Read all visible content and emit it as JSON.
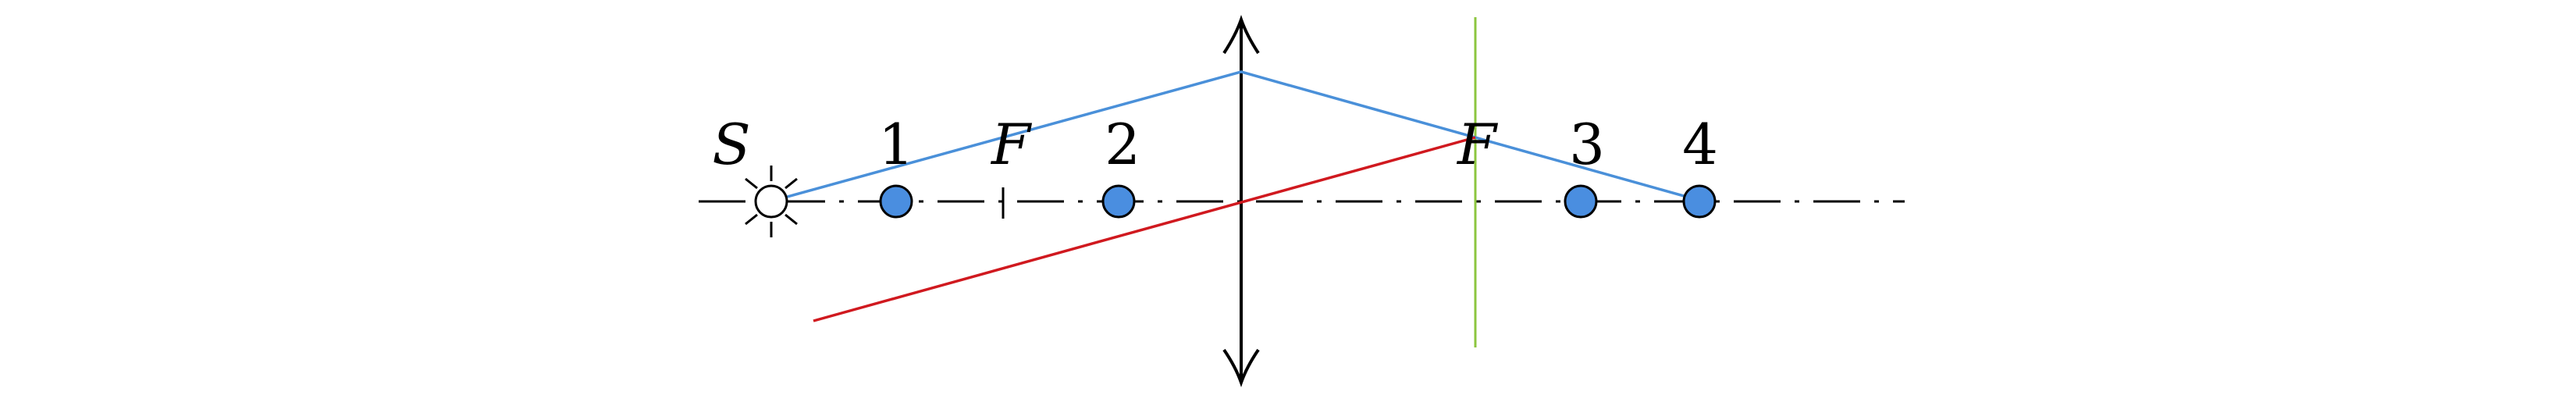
{
  "labels": {
    "source": "S",
    "focus_left": "F",
    "focus_right": "F",
    "point_1": "1",
    "point_2": "2",
    "point_3": "3",
    "point_4": "4"
  },
  "colors": {
    "axis": "#000000",
    "lens": "#000000",
    "ray_blue": "#4a90d9",
    "ray_red": "#d0191f",
    "focal_plane": "#8cc63f",
    "point_fill": "#4a8ee0",
    "point_stroke": "#000000",
    "source_fill": "#ffffff"
  },
  "icons": {
    "source": "sun-light-source-icon"
  }
}
